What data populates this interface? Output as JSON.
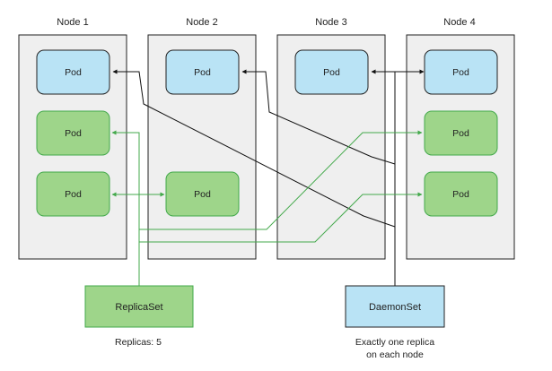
{
  "nodes": [
    {
      "label": "Node 1"
    },
    {
      "label": "Node 2"
    },
    {
      "label": "Node 3"
    },
    {
      "label": "Node 4"
    }
  ],
  "pods": {
    "label": "Pod"
  },
  "replicaset": {
    "label": "ReplicaSet",
    "caption": "Replicas: 5"
  },
  "daemonset": {
    "label": "DaemonSet",
    "caption_line1": "Exactly one replica",
    "caption_line2": "on each node"
  },
  "colors": {
    "node_fill": "#efefef",
    "node_stroke": "#222222",
    "daemon_fill": "#b9e3f5",
    "daemon_stroke": "#222222",
    "replica_fill": "#9ed58a",
    "replica_stroke": "#43a94b",
    "daemon_line": "#111111",
    "replica_line": "#43a94b"
  }
}
